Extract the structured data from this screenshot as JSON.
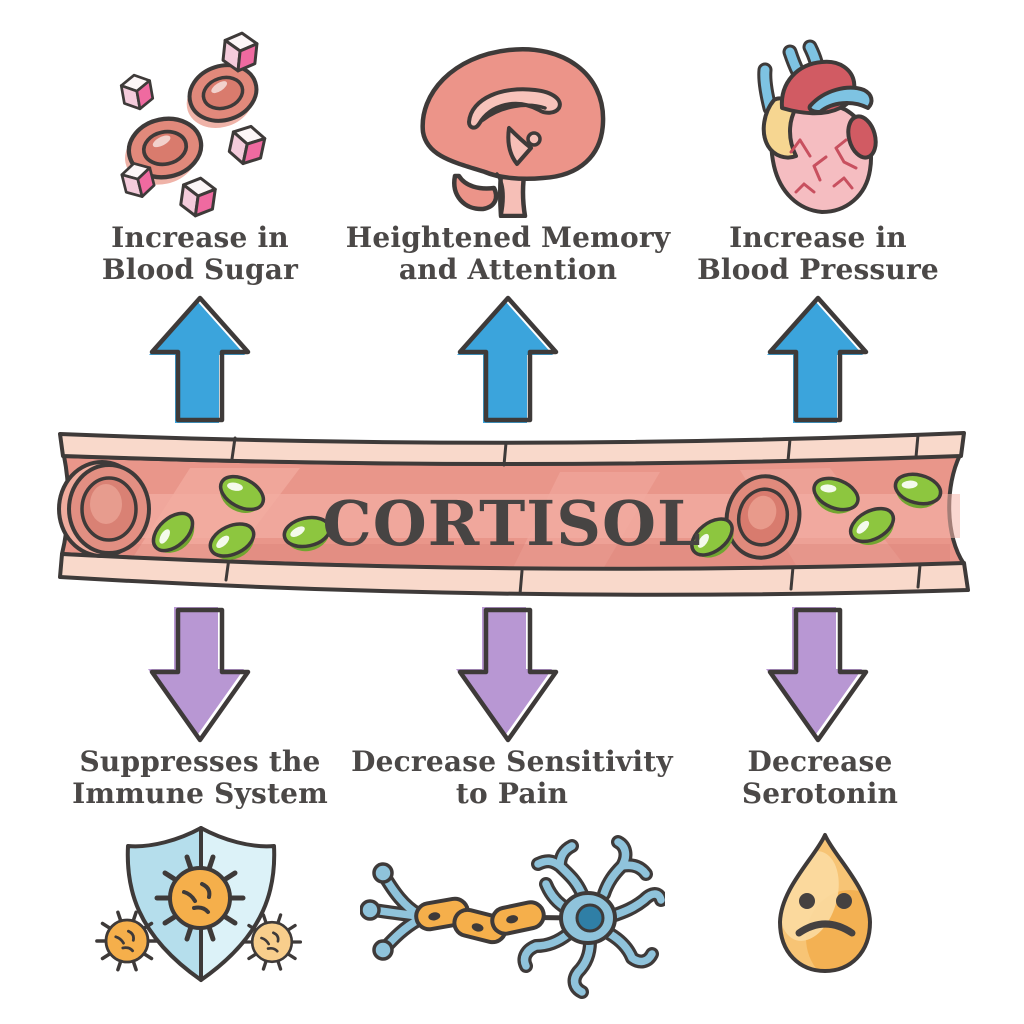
{
  "diagram": {
    "title": "CORTISOL",
    "subject_icon": "blood-vessel",
    "effects_up": [
      {
        "line1": "Increase in",
        "line2": "Blood Sugar",
        "icon": "blood-cells-sugar-icon",
        "arrow": "up"
      },
      {
        "line1": "Heightened Memory",
        "line2": "and Attention",
        "icon": "brain-icon",
        "arrow": "up"
      },
      {
        "line1": "Increase in",
        "line2": "Blood Pressure",
        "icon": "heart-icon",
        "arrow": "up"
      }
    ],
    "effects_down": [
      {
        "line1": "Suppresses the",
        "line2": "Immune System",
        "icon": "immune-shield-icon",
        "arrow": "down"
      },
      {
        "line1": "Decrease Sensitivity",
        "line2": "to Pain",
        "icon": "neuron-icon",
        "arrow": "down"
      },
      {
        "line1": "Decrease",
        "line2": "Serotonin",
        "icon": "serotonin-drop-icon",
        "arrow": "down"
      }
    ],
    "colors": {
      "outline": "#3e3a39",
      "label_text": "#4b4847",
      "title_text": "#474443",
      "arrow_up": "#3ba4dc",
      "arrow_down": "#b897d3",
      "vessel_wall": "#f9d9cb",
      "vessel_blood": "#e9968a",
      "cortisol_pill_green": "#8dc63f",
      "blood_cell": "#e1897b",
      "sugar_cube_pink": "#ef6aa0",
      "brain": "#ec9489",
      "heart_muscle": "#d15b63",
      "heart_body": "#f5bdc1",
      "vein_blue": "#7ec3e2",
      "fat_yellow": "#f6d691",
      "shield_left": "#b5deec",
      "shield_right": "#dcf2f8",
      "microbe_orange": "#f5af4b",
      "neuron_blue": "#8fc3db",
      "nucleus_blue": "#2f7fa6",
      "myelin_yellow": "#f5af4b",
      "drop_yellow": "#f7c475"
    }
  }
}
